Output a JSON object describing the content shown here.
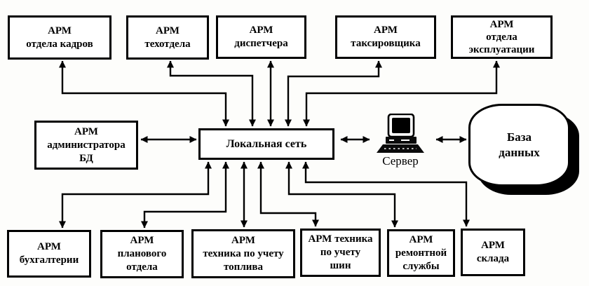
{
  "nodes": {
    "top": [
      {
        "label": "АРМ\nотдела кадров"
      },
      {
        "label": "АРМ\nтехотдела"
      },
      {
        "label": "АРМ\nдиспетчера"
      },
      {
        "label": "АРМ\nтаксировщика"
      },
      {
        "label": "АРМ\nотдела\nэксплуатации"
      }
    ],
    "admin": {
      "label": "АРМ\nадминистратора\nБД"
    },
    "network": {
      "label": "Локальная сеть"
    },
    "server": {
      "label": "Сервер",
      "icon": "desktop-computer-icon"
    },
    "database": {
      "label": "База\nданных",
      "shape": "cylinder"
    },
    "bottom": [
      {
        "label": "АРМ\nбухгалтерии"
      },
      {
        "label": "АРМ\nпланового\nотдела"
      },
      {
        "label": "АРМ\nтехника по учету\nтоплива"
      },
      {
        "label": "АРМ техника\nпо учету\nшин"
      },
      {
        "label": "АРМ\nремонтной\nслужбы"
      },
      {
        "label": "АРМ\nсклада"
      }
    ]
  },
  "colors": {
    "line": "#000000",
    "box_border": "#000000",
    "box_fill": "#ffffff",
    "background": "#fdfdfb",
    "database_shadow": "#000000"
  }
}
